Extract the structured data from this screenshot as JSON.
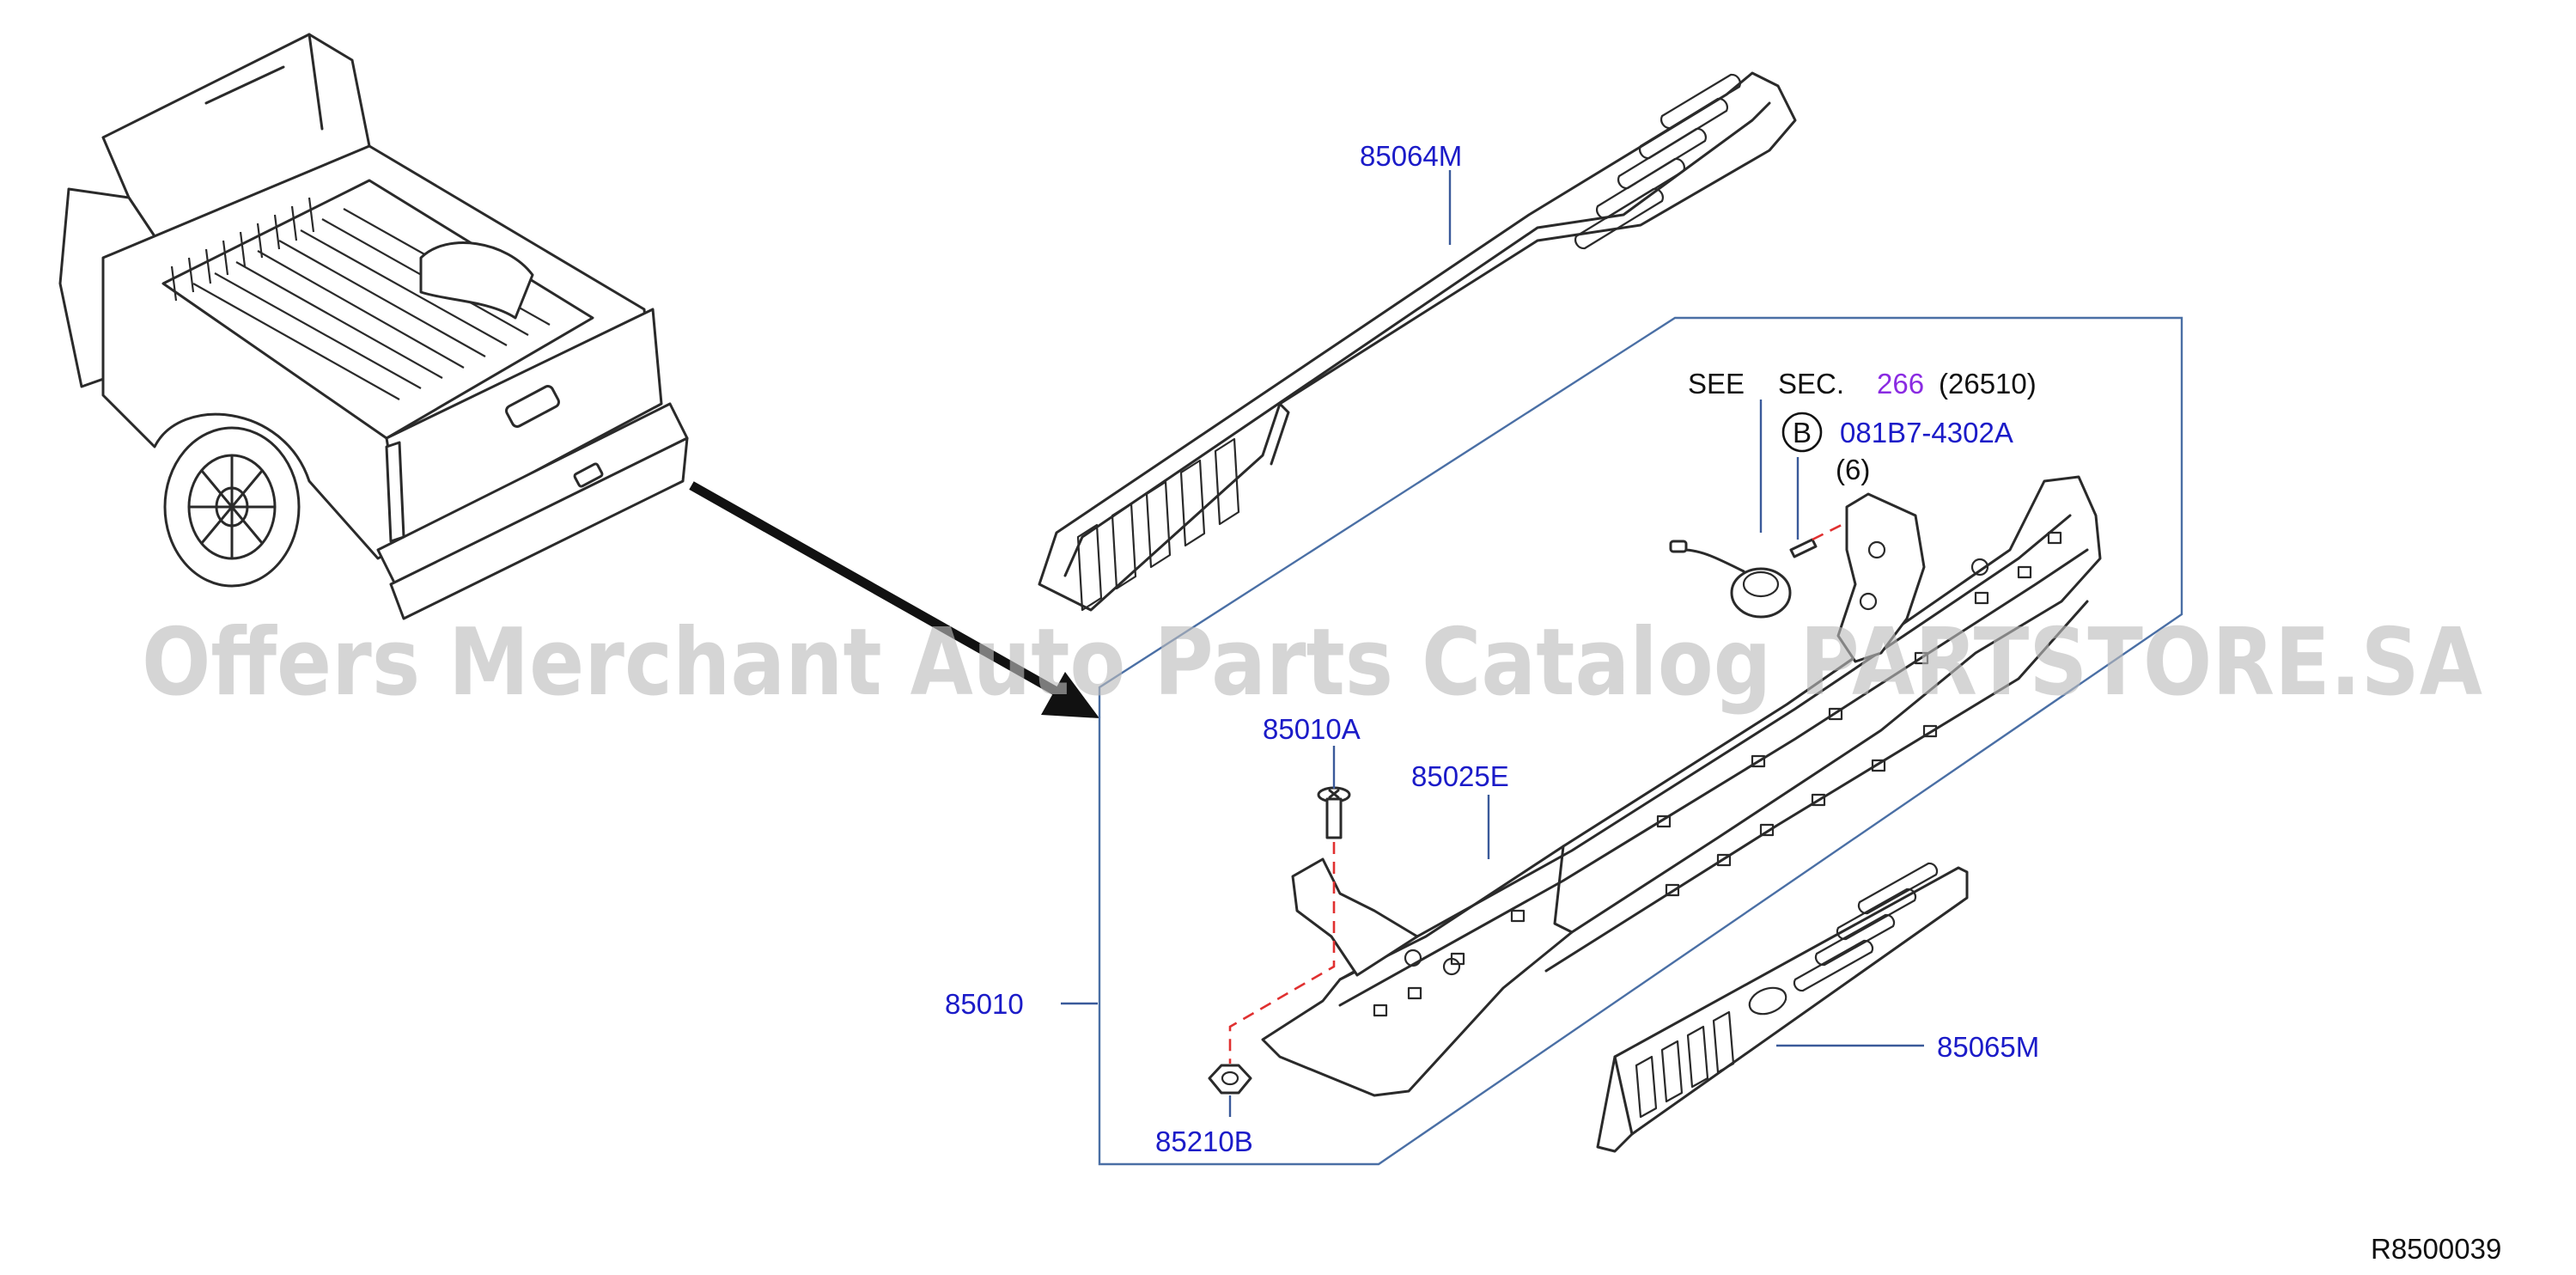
{
  "labels": {
    "tread_upper": "85064M",
    "see_prefix": "SEE",
    "sec_prefix": "SEC.",
    "sec_number": "266",
    "sec_ref": "(26510)",
    "bolt_circle_letter": "B",
    "bolt_part": "081B7-4302A",
    "bolt_qty": "(6)",
    "screw": "85010A",
    "bracket": "85025E",
    "bumper_assy": "85010",
    "clip": "85210B",
    "tread_lower": "85065M",
    "diagram_code": "R8500039"
  },
  "watermark": "Offers Merchant Auto Parts Catalog PARTSTORE.SA",
  "colors": {
    "part_number": "#1b1bc8",
    "section_number": "#8a2be2",
    "leader_line": "#3a5a9a",
    "dashed_guide": "#e03030",
    "watermark": "#bcbcbc"
  }
}
